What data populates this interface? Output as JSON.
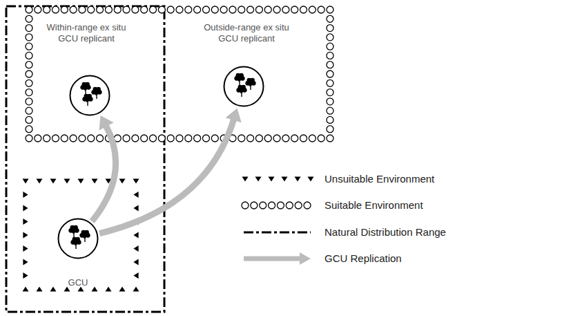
{
  "diagram": {
    "nodes": [
      {
        "text": [
          "Within-range ex situ GCU replicant"
        ]
      },
      {
        "text": [
          "Outside-range ex situ GCU replicant"
        ]
      },
      {
        "text": [
          "GCU"
        ]
      }
    ],
    "edges": [
      {
        "from": 2,
        "to": 0,
        "arrow": "to"
      },
      {
        "from": 2,
        "to": 1,
        "arrow": "to"
      }
    ],
    "legend": [
      {
        "text": "Unsuitable Environment"
      },
      {
        "text": "Suitable Environment"
      },
      {
        "text": "Natural Distribution Range"
      },
      {
        "text": "GCU Replication"
      }
    ]
  }
}
